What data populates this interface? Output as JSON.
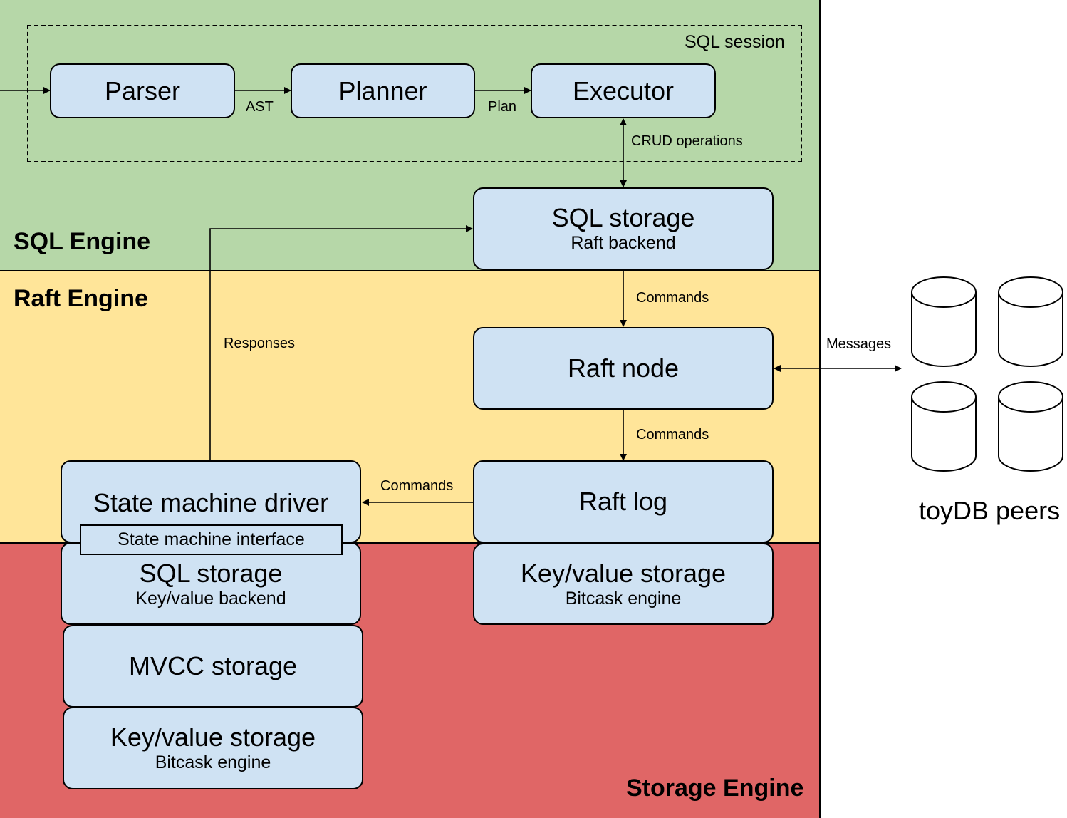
{
  "layers": {
    "sql": "SQL Engine",
    "raft": "Raft Engine",
    "storage": "Storage Engine"
  },
  "session_label": "SQL session",
  "boxes": {
    "parser": "Parser",
    "planner": "Planner",
    "executor": "Executor",
    "sql_storage_raft": {
      "title": "SQL storage",
      "subtitle": "Raft backend"
    },
    "raft_node": "Raft node",
    "raft_log": "Raft log",
    "state_machine_driver": "State machine driver",
    "state_machine_interface": "State machine interface",
    "sql_storage_kv": {
      "title": "SQL storage",
      "subtitle": "Key/value backend"
    },
    "mvcc_storage": "MVCC storage",
    "kv_storage_left": {
      "title": "Key/value storage",
      "subtitle": "Bitcask engine"
    },
    "kv_storage_right": {
      "title": "Key/value storage",
      "subtitle": "Bitcask engine"
    }
  },
  "edge_labels": {
    "ast": "AST",
    "plan": "Plan",
    "crud": "CRUD operations",
    "commands_1": "Commands",
    "commands_2": "Commands",
    "commands_3": "Commands",
    "responses": "Responses",
    "messages": "Messages"
  },
  "peers_label": "toyDB peers"
}
